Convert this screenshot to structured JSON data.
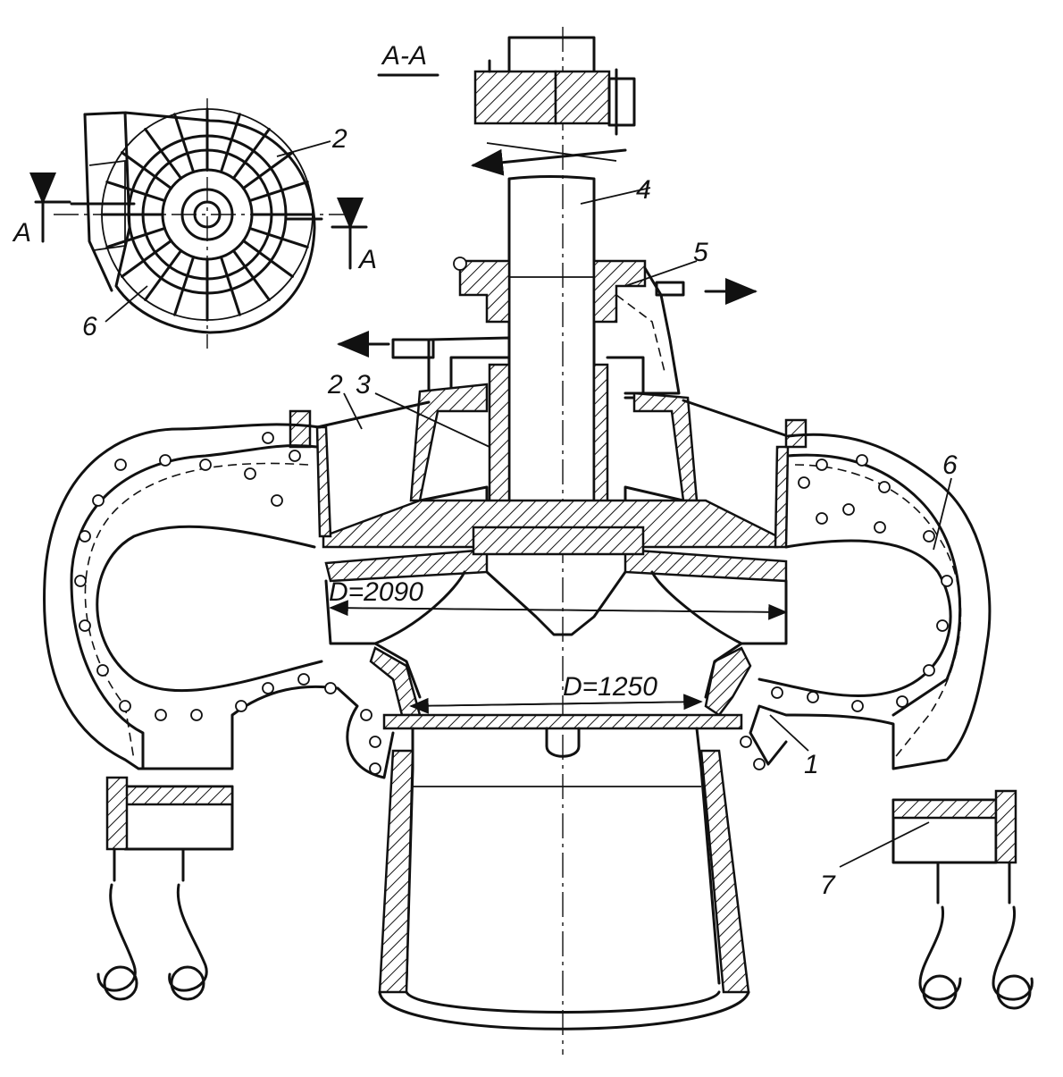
{
  "section_title": "A-A",
  "section_marker_left": "A",
  "section_marker_right": "A",
  "dimensions": {
    "outer_diameter": "D=2090",
    "inner_diameter": "D=1250"
  },
  "part_labels": {
    "spiral_casing_inset": "2",
    "spiral_casing_main": "2",
    "support": "3",
    "shaft": "4",
    "seal": "5",
    "ribs_inset": "6",
    "ribs_main": "6",
    "ring": "1",
    "lifting_lug": "7"
  }
}
